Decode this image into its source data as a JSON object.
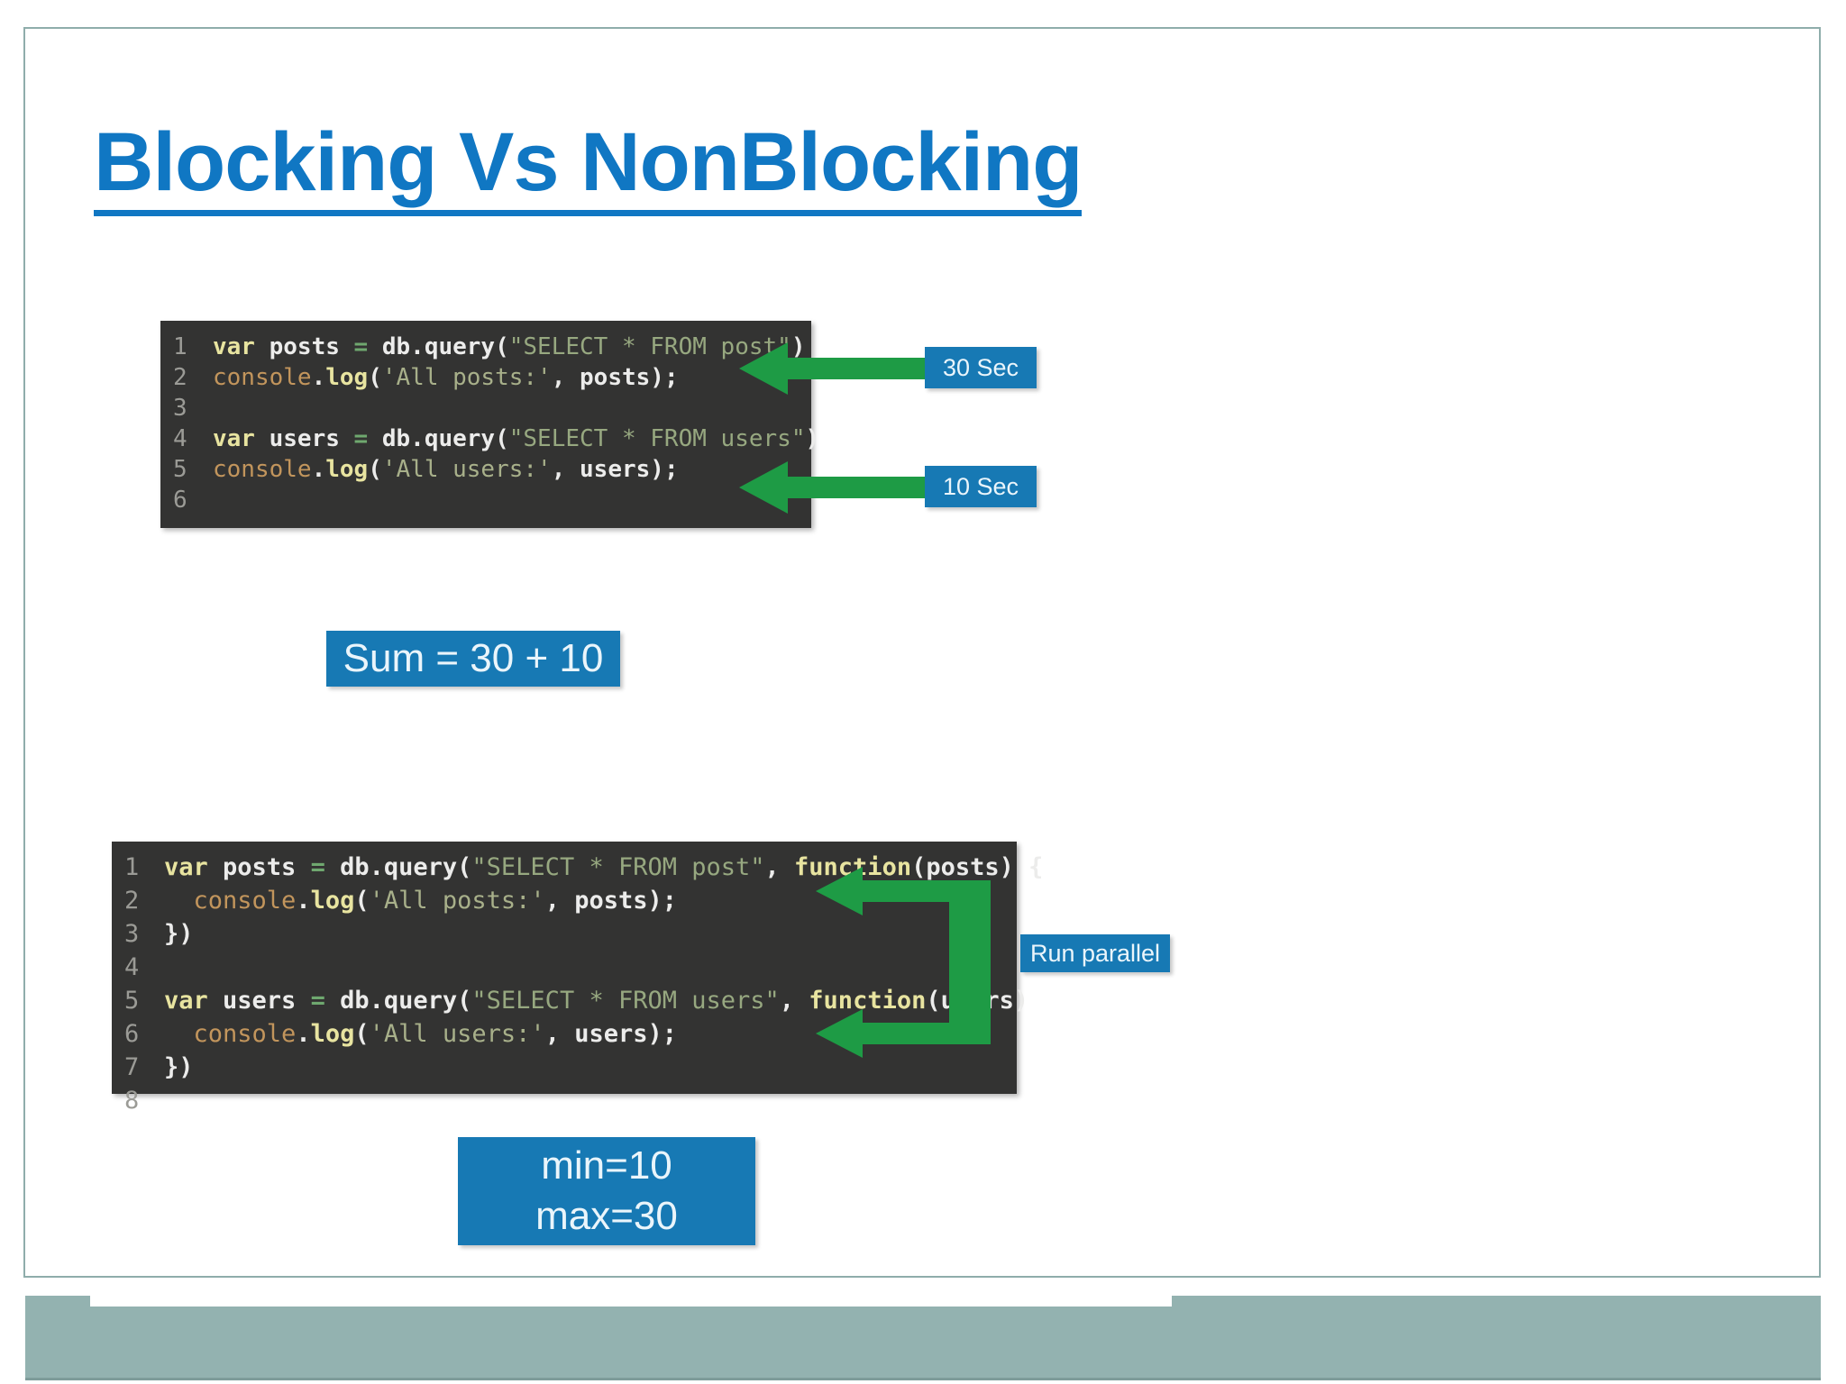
{
  "slide": {
    "title": "Blocking Vs NonBlocking",
    "accent_color": "#1077c3",
    "frame_color": "#8fadab",
    "footer_color": "#93b2b0",
    "background_color": "#ffffff"
  },
  "code_block_blocking": {
    "name": "blocking-example",
    "background_color": "#333332",
    "lines": [
      {
        "number": "1",
        "tokens": [
          {
            "text": "var ",
            "type": "keyword"
          },
          {
            "text": "posts ",
            "type": "plain"
          },
          {
            "text": "= ",
            "type": "operator"
          },
          {
            "text": "db.query(",
            "type": "plain"
          },
          {
            "text": "\"SELECT * FROM post\"",
            "type": "string"
          },
          {
            "text": ")",
            "type": "punctuation"
          }
        ]
      },
      {
        "number": "2",
        "tokens": [
          {
            "text": "console",
            "type": "object"
          },
          {
            "text": ".",
            "type": "punctuation"
          },
          {
            "text": "log",
            "type": "function"
          },
          {
            "text": "(",
            "type": "punctuation"
          },
          {
            "text": "'All posts:'",
            "type": "string2"
          },
          {
            "text": ", ",
            "type": "punctuation"
          },
          {
            "text": "posts",
            "type": "plain"
          },
          {
            "text": ");",
            "type": "punctuation"
          }
        ]
      },
      {
        "number": "3",
        "tokens": []
      },
      {
        "number": "4",
        "tokens": [
          {
            "text": "var ",
            "type": "keyword"
          },
          {
            "text": "users ",
            "type": "plain"
          },
          {
            "text": "= ",
            "type": "operator"
          },
          {
            "text": "db.query(",
            "type": "plain"
          },
          {
            "text": "\"SELECT * FROM users\"",
            "type": "string"
          },
          {
            "text": ")",
            "type": "punctuation"
          }
        ]
      },
      {
        "number": "5",
        "tokens": [
          {
            "text": "console",
            "type": "object"
          },
          {
            "text": ".",
            "type": "punctuation"
          },
          {
            "text": "log",
            "type": "function"
          },
          {
            "text": "(",
            "type": "punctuation"
          },
          {
            "text": "'All users:'",
            "type": "string2"
          },
          {
            "text": ", ",
            "type": "punctuation"
          },
          {
            "text": "users",
            "type": "plain"
          },
          {
            "text": ");",
            "type": "punctuation"
          }
        ]
      },
      {
        "number": "6",
        "tokens": []
      }
    ]
  },
  "code_block_nonblocking": {
    "name": "nonblocking-example",
    "background_color": "#333332",
    "lines": [
      {
        "number": "1",
        "tokens": [
          {
            "text": "var ",
            "type": "keyword"
          },
          {
            "text": "posts ",
            "type": "plain"
          },
          {
            "text": "= ",
            "type": "operator"
          },
          {
            "text": "db.query(",
            "type": "plain"
          },
          {
            "text": "\"SELECT * FROM post\"",
            "type": "string"
          },
          {
            "text": ", ",
            "type": "punctuation"
          },
          {
            "text": "function",
            "type": "keyword"
          },
          {
            "text": "(posts) {",
            "type": "plain"
          }
        ]
      },
      {
        "number": "2",
        "tokens": [
          {
            "text": "  console",
            "type": "object"
          },
          {
            "text": ".",
            "type": "punctuation"
          },
          {
            "text": "log",
            "type": "function"
          },
          {
            "text": "(",
            "type": "punctuation"
          },
          {
            "text": "'All posts:'",
            "type": "string2"
          },
          {
            "text": ", ",
            "type": "punctuation"
          },
          {
            "text": "posts",
            "type": "plain"
          },
          {
            "text": ");",
            "type": "punctuation"
          }
        ]
      },
      {
        "number": "3",
        "tokens": [
          {
            "text": "})",
            "type": "punctuation"
          }
        ]
      },
      {
        "number": "4",
        "tokens": []
      },
      {
        "number": "5",
        "tokens": [
          {
            "text": "var ",
            "type": "keyword"
          },
          {
            "text": "users ",
            "type": "plain"
          },
          {
            "text": "= ",
            "type": "operator"
          },
          {
            "text": "db.query(",
            "type": "plain"
          },
          {
            "text": "\"SELECT * FROM users\"",
            "type": "string"
          },
          {
            "text": ", ",
            "type": "punctuation"
          },
          {
            "text": "function",
            "type": "keyword"
          },
          {
            "text": "(users)",
            "type": "plain"
          }
        ]
      },
      {
        "number": "6",
        "tokens": [
          {
            "text": "  console",
            "type": "object"
          },
          {
            "text": ".",
            "type": "punctuation"
          },
          {
            "text": "log",
            "type": "function"
          },
          {
            "text": "(",
            "type": "punctuation"
          },
          {
            "text": "'All users:'",
            "type": "string2"
          },
          {
            "text": ", ",
            "type": "punctuation"
          },
          {
            "text": "users",
            "type": "plain"
          },
          {
            "text": ");",
            "type": "punctuation"
          }
        ]
      },
      {
        "number": "7",
        "tokens": [
          {
            "text": "})",
            "type": "punctuation"
          }
        ]
      },
      {
        "number": "8",
        "tokens": []
      }
    ]
  },
  "annotations": {
    "badge_color": "#1779b4",
    "arrow_color": "#1e9b45",
    "duration_posts": "30 Sec",
    "duration_users": "10 Sec",
    "blocking_total": "Sum = 30 + 10",
    "parallel_note": "Run parallel",
    "nonblocking_min": "min=10",
    "nonblocking_max": "max=30"
  }
}
